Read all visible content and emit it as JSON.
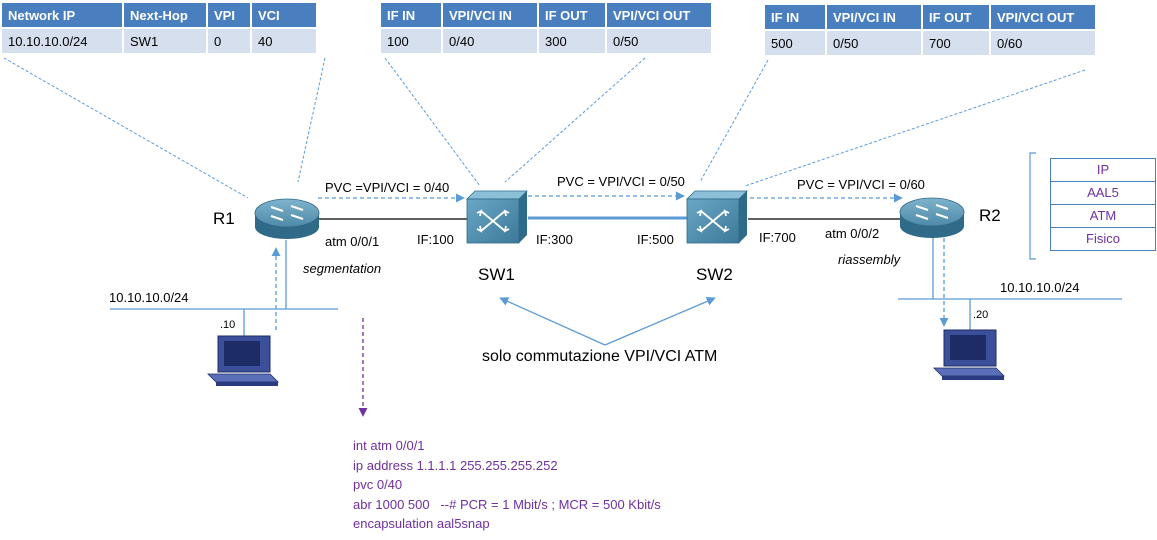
{
  "tables": {
    "r1_routing": {
      "headers": [
        "Network IP",
        "Next-Hop",
        "VPI",
        "VCI"
      ],
      "rows": [
        [
          "10.10.10.0/24",
          "SW1",
          "0",
          "40"
        ]
      ]
    },
    "sw1_switching": {
      "headers": [
        "IF IN",
        "VPI/VCI IN",
        "IF OUT",
        "VPI/VCI OUT"
      ],
      "rows": [
        [
          "100",
          "0/40",
          "300",
          "0/50"
        ]
      ]
    },
    "sw2_switching": {
      "headers": [
        "IF IN",
        "VPI/VCI IN",
        "IF OUT",
        "VPI/VCI OUT"
      ],
      "rows": [
        [
          "500",
          "0/50",
          "700",
          "0/60"
        ]
      ]
    }
  },
  "devices": {
    "r1": "R1",
    "r2": "R2",
    "sw1": "SW1",
    "sw2": "SW2"
  },
  "links": {
    "pvc_r1_sw1": "PVC =VPI/VCI = 0/40",
    "pvc_sw1_sw2": "PVC = VPI/VCI = 0/50",
    "pvc_sw2_r2": "PVC = VPI/VCI = 0/60"
  },
  "interfaces": {
    "r1_atm": "atm 0/0/1",
    "sw1_in": "IF:100",
    "sw1_out": "IF:300",
    "sw2_in": "IF:500",
    "sw2_out": "IF:700",
    "r2_atm": "atm 0/0/2"
  },
  "annotations": {
    "segmentation": "segmentation",
    "reassembly": "riassembly",
    "switching_note": "solo commutazione VPI/VCI ATM"
  },
  "lans": {
    "left_net": "10.10.10.0/24",
    "left_host": ".10",
    "right_net": "10.10.10.0/24",
    "right_host": ".20"
  },
  "protocol_stack": [
    "IP",
    "AAL5",
    "ATM",
    "Fisico"
  ],
  "config": [
    "int atm 0/0/1",
    "ip address 1.1.1.1 255.255.255.252",
    "pvc 0/40",
    "abr 1000 500   --# PCR = 1 Mbit/s ; MCR = 500 Kbit/s",
    "encapsulation aal5snap"
  ],
  "colors": {
    "table_header": "#4a7fbf",
    "table_cell": "#d5dfee",
    "pvc_arrow": "#5b9bd5",
    "config_text": "#7030a0",
    "device_body": "#3f7e9e"
  },
  "icons": {
    "router": "router-icon",
    "atm_switch": "atm-switch-icon",
    "pc": "computer-icon"
  }
}
